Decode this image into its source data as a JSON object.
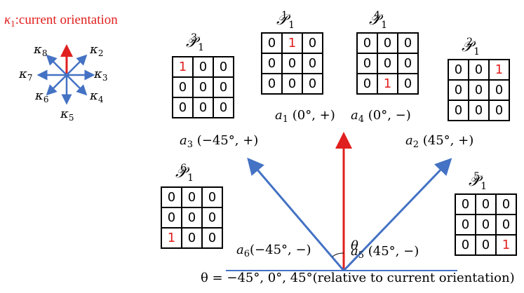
{
  "legend": {
    "title": "κ₁:current orientation",
    "title_parts": {
      "kappa": "κ",
      "sub": "1",
      "rest": ":current orientation"
    },
    "kappa_labels": [
      {
        "name": "κ",
        "sub": "8"
      },
      {
        "name": "κ",
        "sub": "2"
      },
      {
        "name": "κ",
        "sub": "7"
      },
      {
        "name": "κ",
        "sub": "3"
      },
      {
        "name": "κ",
        "sub": "6"
      },
      {
        "name": "κ",
        "sub": "4"
      },
      {
        "name": "κ",
        "sub": "5"
      }
    ]
  },
  "patterns": [
    {
      "id": "P3",
      "symbol": "𝒫",
      "sub": "1",
      "sup": "3",
      "cells": [
        "1",
        "0",
        "0",
        "0",
        "0",
        "0",
        "0",
        "0",
        "0"
      ],
      "hot": 0
    },
    {
      "id": "P1",
      "symbol": "𝒫",
      "sub": "1",
      "sup": "1",
      "cells": [
        "0",
        "1",
        "0",
        "0",
        "0",
        "0",
        "0",
        "0",
        "0"
      ],
      "hot": 1
    },
    {
      "id": "P4",
      "symbol": "𝒫",
      "sub": "1",
      "sup": "4",
      "cells": [
        "0",
        "0",
        "0",
        "0",
        "0",
        "0",
        "0",
        "1",
        "0"
      ],
      "hot": 7
    },
    {
      "id": "P2",
      "symbol": "𝒫",
      "sub": "1",
      "sup": "2",
      "cells": [
        "0",
        "0",
        "1",
        "0",
        "0",
        "0",
        "0",
        "0",
        "0"
      ],
      "hot": 2
    },
    {
      "id": "P6",
      "symbol": "𝒫",
      "sub": "1",
      "sup": "6",
      "cells": [
        "0",
        "0",
        "0",
        "0",
        "0",
        "0",
        "1",
        "0",
        "0"
      ],
      "hot": 6
    },
    {
      "id": "P5",
      "symbol": "𝒫",
      "sub": "1",
      "sup": "5",
      "cells": [
        "0",
        "0",
        "0",
        "0",
        "0",
        "0",
        "0",
        "0",
        "1"
      ],
      "hot": 8
    }
  ],
  "actions": [
    {
      "id": "a1",
      "var": "a",
      "sub": "1",
      "params": "(0°, +)"
    },
    {
      "id": "a4",
      "var": "a",
      "sub": "4",
      "params": "(0°, −)"
    },
    {
      "id": "a3",
      "var": "a",
      "sub": "3",
      "params": "(−45°, +)"
    },
    {
      "id": "a2",
      "var": "a",
      "sub": "2",
      "params": "(45°, +)"
    },
    {
      "id": "a6",
      "var": "a",
      "sub": "6",
      "params": "(−45°, −)"
    },
    {
      "id": "a5",
      "var": "a",
      "sub": "5",
      "params": "(45°, −)"
    }
  ],
  "theta_label": "θ",
  "caption": "θ = −45°, 0°, 45°(relative to current orientation)",
  "colors": {
    "red": "#e0201e",
    "blue": "#4472c4",
    "black": "#000000"
  }
}
